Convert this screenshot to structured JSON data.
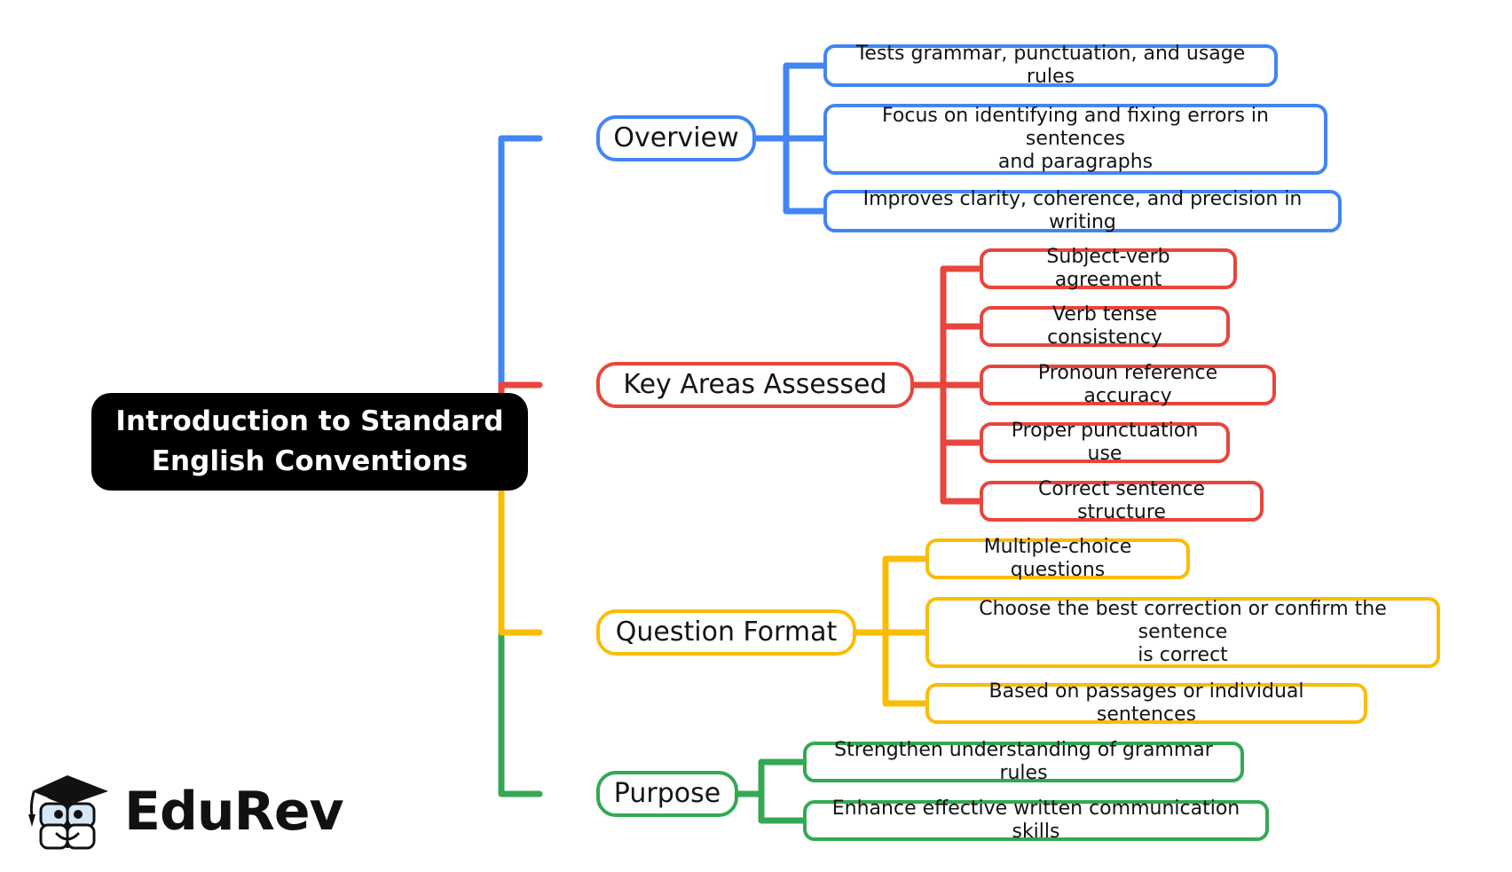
{
  "diagram": {
    "type": "mind-map",
    "title": "Introduction to Standard English Conventions",
    "root": {
      "label": "Introduction to Standard\nEnglish Conventions",
      "color": "#000000",
      "text_color": "#ffffff"
    },
    "branches": [
      {
        "label": "Overview",
        "color": "#4285f4",
        "children": [
          {
            "label": "Tests grammar, punctuation, and usage rules"
          },
          {
            "label": "Focus on identifying and fixing errors in sentences\nand paragraphs"
          },
          {
            "label": "Improves clarity, coherence, and precision in writing"
          }
        ]
      },
      {
        "label": "Key Areas Assessed",
        "color": "#e8453c",
        "children": [
          {
            "label": "Subject-verb agreement"
          },
          {
            "label": "Verb tense consistency"
          },
          {
            "label": "Pronoun reference accuracy"
          },
          {
            "label": "Proper punctuation use"
          },
          {
            "label": "Correct sentence structure"
          }
        ]
      },
      {
        "label": "Question Format",
        "color": "#fabc05",
        "children": [
          {
            "label": "Multiple-choice questions"
          },
          {
            "label": "Choose the best correction or confirm the sentence\nis correct"
          },
          {
            "label": "Based on passages or individual sentences"
          }
        ]
      },
      {
        "label": "Purpose",
        "color": "#34a853",
        "children": [
          {
            "label": "Strengthen understanding of grammar rules"
          },
          {
            "label": "Enhance effective written communication skills"
          }
        ]
      }
    ]
  },
  "logo": {
    "name": "edurev-logo",
    "text": "EduRev",
    "mark": "graduation-cap-book-icon"
  }
}
